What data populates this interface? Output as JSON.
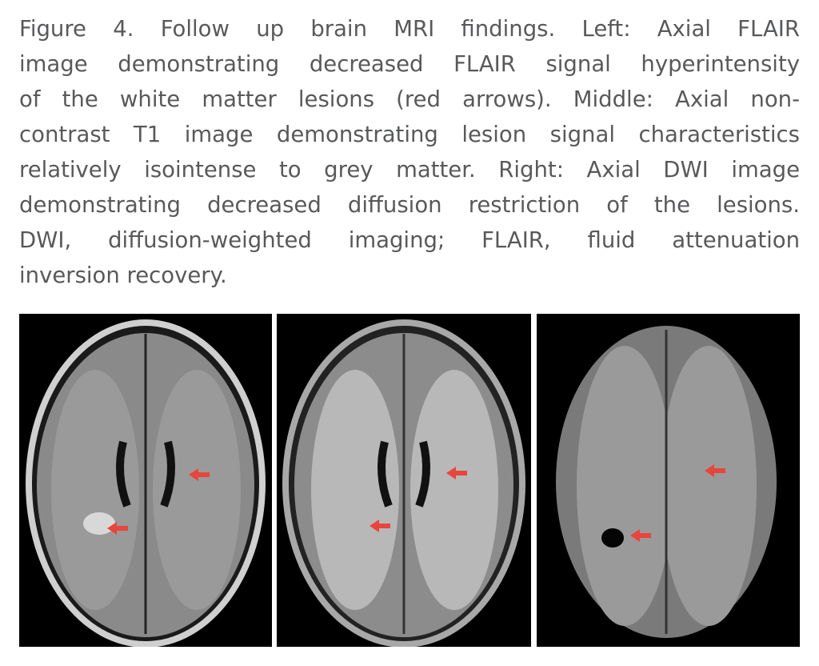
{
  "caption": {
    "lines": [
      "Figure 4. Follow up brain MRI findings. Left: Axial FLAIR",
      "image demonstrating decreased FLAIR signal hyperintensity",
      "of the white matter lesions (red arrows). Middle: Axial non-",
      "contrast T1 image demonstrating lesion signal characteristics",
      "relatively isointense to grey matter. Right: Axial DWI image",
      "demonstrating decreased diffusion restriction of the lesions.",
      "DWI, diffusion-weighted imaging; FLAIR, fluid attenuation",
      "inversion recovery."
    ]
  },
  "panels": [
    {
      "name": "axial-flair",
      "arrows": 2
    },
    {
      "name": "axial-t1",
      "arrows": 2
    },
    {
      "name": "axial-dwi",
      "arrows": 2
    }
  ],
  "colors": {
    "arrow": "#e8453c",
    "text": "#58595b"
  }
}
